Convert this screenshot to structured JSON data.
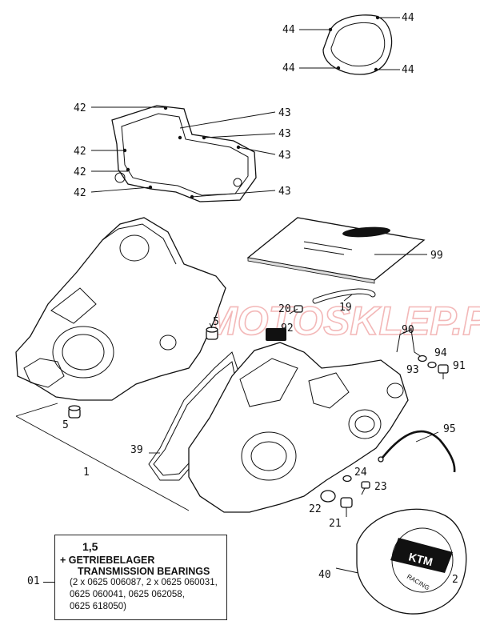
{
  "watermark": "MOTOSKLEP.PL",
  "callouts": [
    "44",
    "44",
    "44",
    "44",
    "42",
    "43",
    "43",
    "42",
    "43",
    "42",
    "42",
    "43",
    "99",
    "20",
    "19",
    "5",
    "90",
    "92",
    "94",
    "93",
    "91",
    "5",
    "1",
    "39",
    "95",
    "24",
    "23",
    "22",
    "21",
    "2",
    "40"
  ],
  "note_box": {
    "label": "01",
    "lines": [
      "1,5",
      "+ GETRIEBELAGER",
      "TRANSMISSION BEARINGS",
      "(2 x 0625 006087, 2 x 0625 060031,",
      "0625 060041, 0625 062058,",
      "0625 618050)"
    ]
  },
  "logo_text": "KTM",
  "logo_subtext": "RACING"
}
